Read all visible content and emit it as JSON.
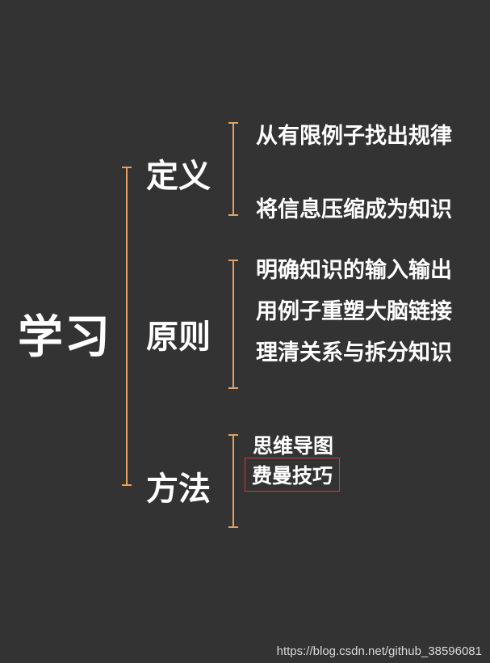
{
  "root": {
    "label": "学习"
  },
  "branches": [
    {
      "label": "定义",
      "items": [
        "从有限例子找出规律",
        "将信息压缩成为知识"
      ]
    },
    {
      "label": "原则",
      "items": [
        "明确知识的输入输出",
        "用例子重塑大脑链接",
        "理清关系与拆分知识"
      ]
    },
    {
      "label": "方法",
      "items": [
        "思维导图",
        "费曼技巧"
      ]
    }
  ],
  "colors": {
    "background": "#333333",
    "bracket": "#e8a060",
    "text": "#ffffff",
    "highlight_border": "#d23a3a"
  },
  "watermark": "https://blog.csdn.net/github_38596081"
}
